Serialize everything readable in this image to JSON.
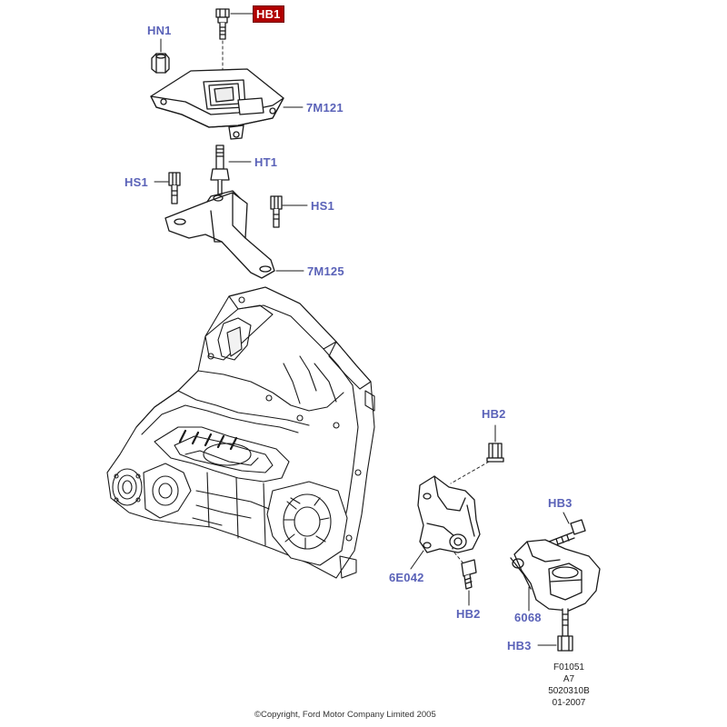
{
  "callouts": {
    "hb1": "HB1",
    "hn1": "HN1",
    "m121": "7M121",
    "ht1": "HT1",
    "hs1_left": "HS1",
    "hs1_right": "HS1",
    "m125": "7M125",
    "hb2_top": "HB2",
    "e042": "6E042",
    "hb2_bottom": "HB2",
    "hb3_top": "HB3",
    "m6068": "6068",
    "hb3_bottom": "HB3"
  },
  "figure_info": {
    "line1": "F01051",
    "line2": "A7",
    "line3": "5020310B",
    "line4": "01-2007"
  },
  "copyright": "©Copyright, Ford Motor Company Limited 2005",
  "colors": {
    "callout_text": "#5a62b8",
    "highlight_bg": "#b00000",
    "line_art": "#1a1a1a"
  }
}
